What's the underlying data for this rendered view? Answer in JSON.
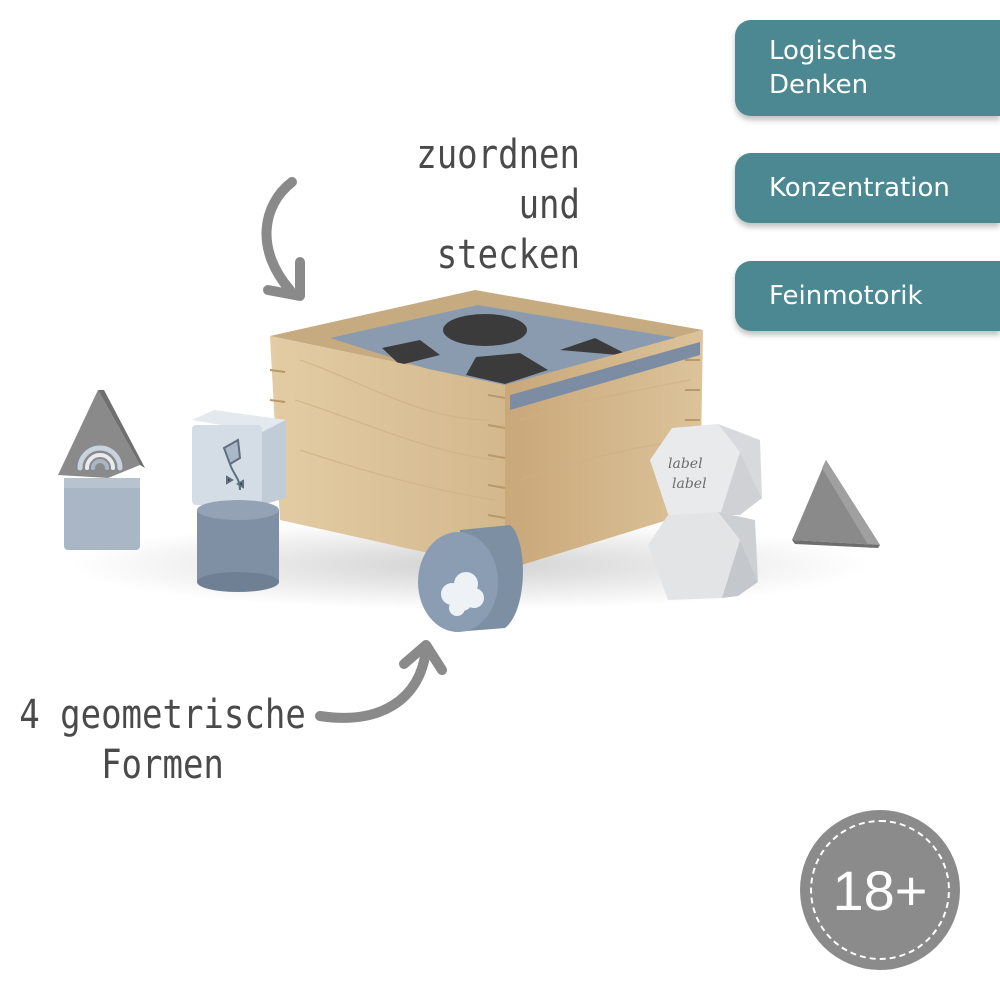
{
  "tags": [
    "Logisches\nDenken",
    "Konzentration",
    "Feinmotorik"
  ],
  "captions": {
    "sort_and_insert": "zuordnen\nund stecken",
    "shapes": "4 geometrische\nFormen"
  },
  "age_badge": "18+",
  "colors": {
    "tag_background": "#4b8891",
    "badge_background": "#8b8b8b",
    "wood": "#d9bf94",
    "blue_grey": "#8495a6",
    "light_grey": "#e6e6e6",
    "dark_grey": "#7e7e7e"
  },
  "icons": [
    "rainbow-icon",
    "kite-icon",
    "cloud-icon",
    "arrow-icon"
  ],
  "block_print": "label\nlabel"
}
